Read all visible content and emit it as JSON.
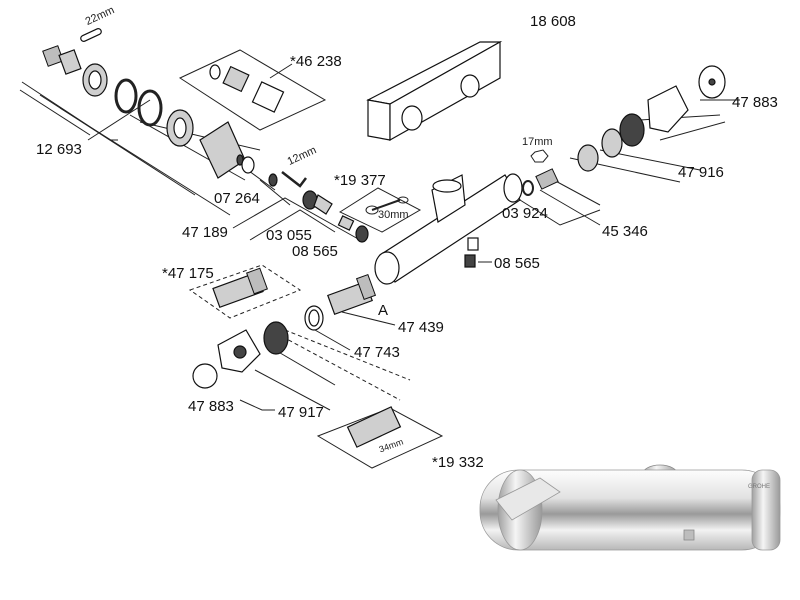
{
  "labels": {
    "p22mm": "22mm",
    "p46238": "*46 238",
    "p18608": "18 608",
    "p12693": "12 693",
    "p07264": "07 264",
    "p12mm": "12mm",
    "p19377": "*19 377",
    "p30mm": "30mm",
    "p47883_top": "47 883",
    "p17mm": "17mm",
    "p47916": "47 916",
    "p47189": "47 189",
    "p03055": "03 055",
    "p08565_left": "08 565",
    "p03924": "03 924",
    "p45346": "45 346",
    "p08565_right": "08 565",
    "p47175": "*47 175",
    "pA": "A",
    "p47439": "47 439",
    "p47743": "47 743",
    "p47883_bottom": "47 883",
    "p47917": "47 917",
    "p34mm": "34mm",
    "p19332": "*19 332"
  },
  "colors": {
    "line": "#222222",
    "chrome_light": "#f4f4f4",
    "chrome_dark": "#8a8a8a"
  }
}
